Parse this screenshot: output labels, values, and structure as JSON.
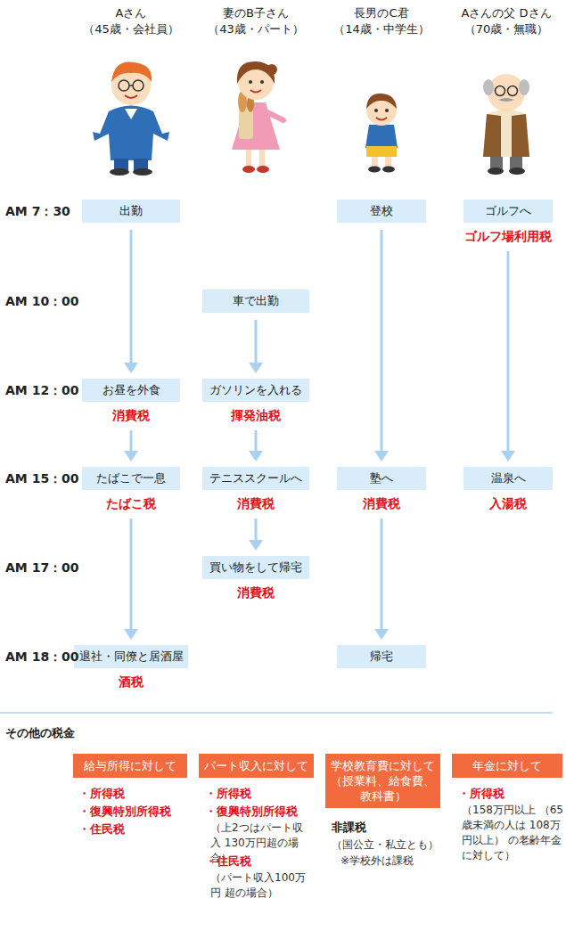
{
  "diagram": {
    "nodes": [
      {
        "text": [
          "出勤"
        ]
      },
      {
        "text": [
          "登校"
        ]
      },
      {
        "text": [
          "ゴルフへ",
          "ゴルフ場利用税"
        ]
      },
      {
        "text": [
          "車で出勤"
        ]
      },
      {
        "text": [
          "お昼を外食",
          "消費税"
        ]
      },
      {
        "text": [
          "ガソリンを入れる",
          "揮発油税"
        ]
      },
      {
        "text": [
          "たばこで一息",
          "たばこ税"
        ]
      },
      {
        "text": [
          "テニススクールへ",
          "消費税"
        ]
      },
      {
        "text": [
          "塾へ",
          "消費税"
        ]
      },
      {
        "text": [
          "温泉へ",
          "入湯税"
        ]
      },
      {
        "text": [
          "買い物をして帰宅",
          "消費税"
        ]
      },
      {
        "text": [
          "退社・同僚と居酒屋",
          "酒税"
        ]
      },
      {
        "text": [
          "帰宅"
        ]
      },
      {
        "text": [
          "給与所得に対して"
        ]
      },
      {
        "text": [
          "パート収入に対して"
        ]
      },
      {
        "text": [
          "学校教育費に対して （授業料、給食費、 教科書）"
        ]
      },
      {
        "text": [
          "年金に対して"
        ]
      }
    ],
    "edges": [
      {
        "from": 0,
        "to": 4,
        "arrow": "to"
      },
      {
        "from": 4,
        "to": 6,
        "arrow": "to"
      },
      {
        "from": 6,
        "to": 11,
        "arrow": "to"
      },
      {
        "from": 3,
        "to": 5,
        "arrow": "to"
      },
      {
        "from": 5,
        "to": 7,
        "arrow": "to"
      },
      {
        "from": 7,
        "to": 10,
        "arrow": "to"
      },
      {
        "from": 1,
        "to": 8,
        "arrow": "to"
      },
      {
        "from": 8,
        "to": 12,
        "arrow": "to"
      },
      {
        "from": 2,
        "to": 9,
        "arrow": "to"
      }
    ],
    "labels": [
      "Aさん",
      "（45歳・会社員）",
      "妻のB子さん",
      "（43歳・パート）",
      "長男のC君",
      "（14歳・中学生）",
      "Aさんの父 Dさん",
      "（70歳・無職）",
      "AM 7：30",
      "AM 10：00",
      "AM 12：00",
      "AM 15：00",
      "AM 17：00",
      "AM 18：00",
      "その他の税金",
      "・所得税",
      "・復興特別所得税",
      "・住民税",
      "・所得税",
      "・復興特別所得税",
      "（上2つはパート収入 130万円超の場合）",
      "・住民税",
      "（パート収入100万円 超の場合）",
      "非課税",
      "（国公立・私立とも）",
      "※学校外は課税",
      "・所得税",
      "（158万円以上 （65歳未満の人は 108万円以上） の老齢年金に対して）"
    ]
  }
}
